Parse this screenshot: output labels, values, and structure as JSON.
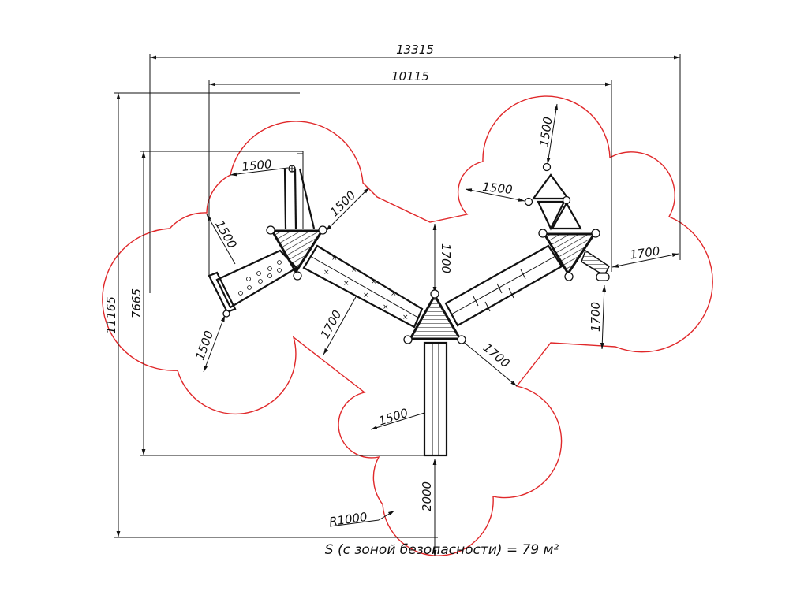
{
  "drawing": {
    "overall_width": "13315",
    "inner_width": "10115",
    "overall_height": "11165",
    "inner_height": "7665",
    "zone_dims": {
      "left_top": "1500",
      "left_top_diag": "1500",
      "left_side": "1500",
      "left_bottom": "1500",
      "left_lower_diag": "1700",
      "center_top": "1700",
      "center_right_diag": "1700",
      "right_top": "1500",
      "right_top_side": "1500",
      "right_side": "1700",
      "right_bottom": "1700",
      "bottom_side": "1500",
      "bottom": "2000",
      "radius": "R1000"
    },
    "caption": "S (с зоной безопасности) = 79 м²",
    "colors": {
      "zone": "#e0282a",
      "lines": "#111111"
    }
  }
}
